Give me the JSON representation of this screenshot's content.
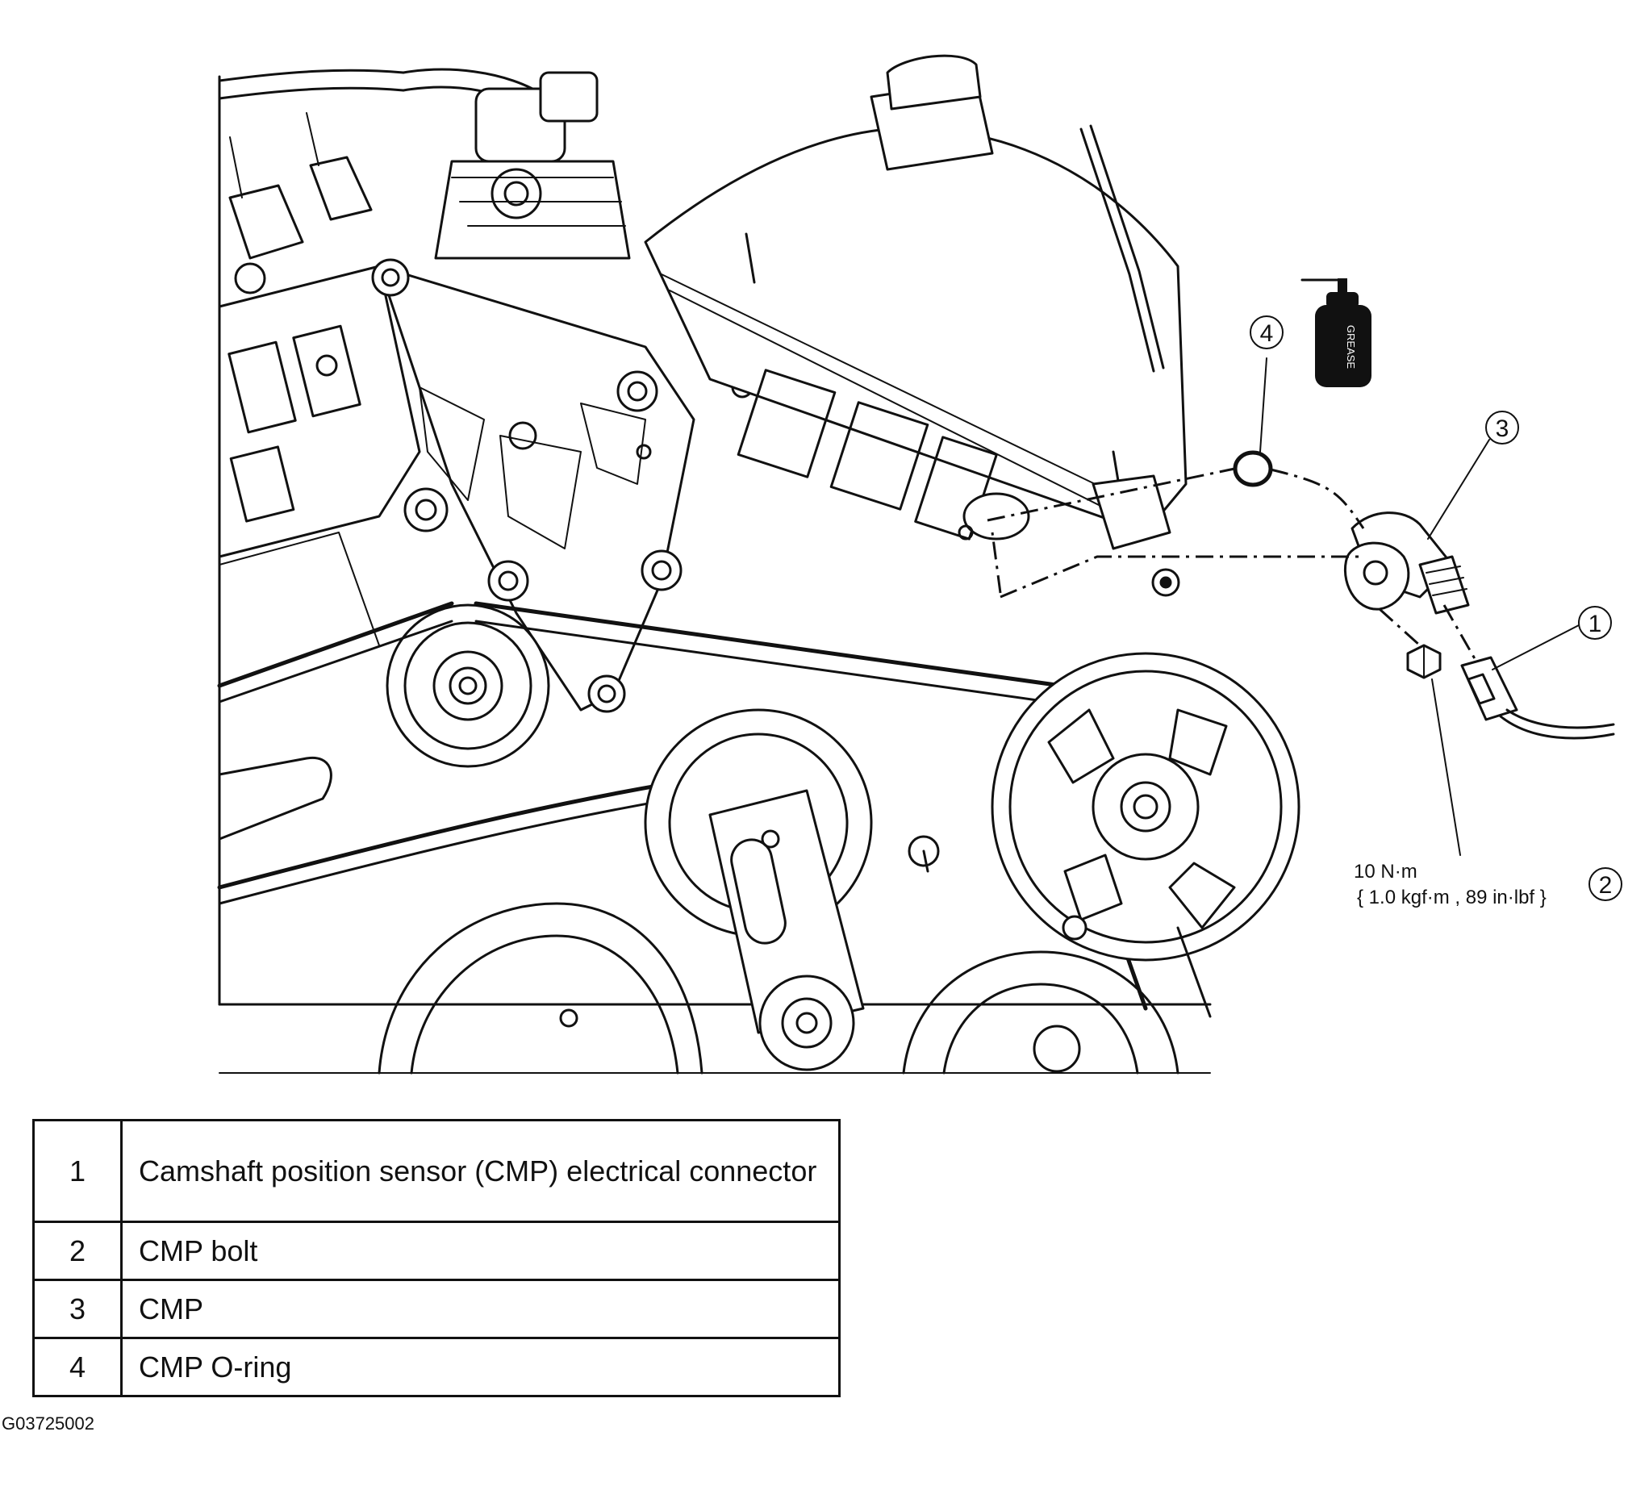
{
  "callouts": {
    "c1": "1",
    "c2": "2",
    "c3": "3",
    "c4": "4"
  },
  "torque_spec": {
    "line1": "10 N·m",
    "line2": "{ 1.0 kgf·m , 89 in·lbf }"
  },
  "grease_label": "GREASE",
  "legend": [
    {
      "number": "1",
      "description": "Camshaft position sensor (CMP) electrical connector"
    },
    {
      "number": "2",
      "description": "CMP bolt"
    },
    {
      "number": "3",
      "description": "CMP"
    },
    {
      "number": "4",
      "description": "CMP O-ring"
    }
  ],
  "figure_id": "G03725002"
}
